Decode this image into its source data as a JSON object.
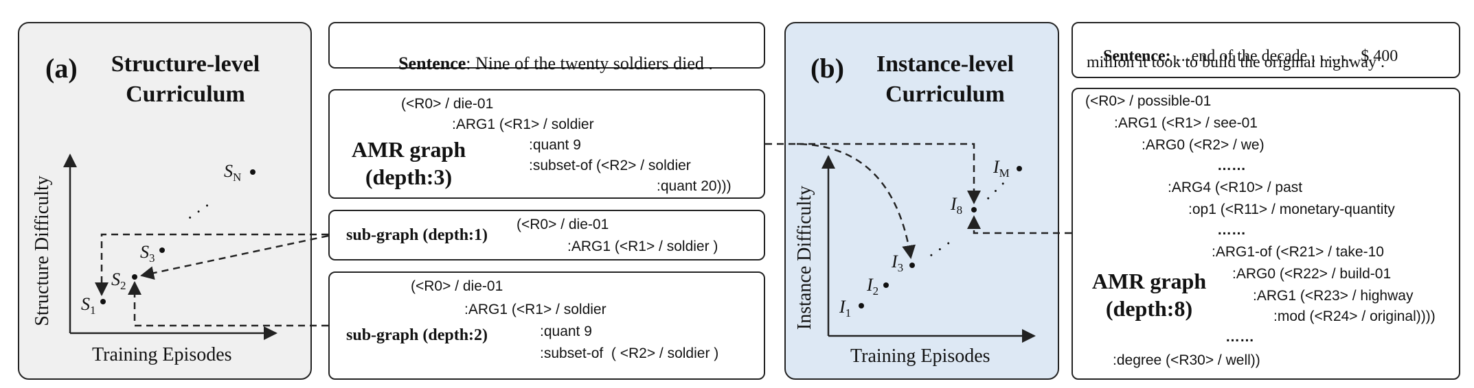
{
  "panel_a": {
    "label": "(a)",
    "title_line1": "Structure-level",
    "title_line2": "Curriculum",
    "y_axis": "Structure Difficulty",
    "x_axis": "Training Episodes",
    "points": [
      "S",
      "S",
      "S",
      "S"
    ],
    "point_subs": [
      "1",
      "2",
      "3",
      "N"
    ],
    "ellipsis": "· · ·"
  },
  "sentence_a": {
    "prefix": "Sentence",
    "text": ": Nine of the twenty soldiers died ."
  },
  "amr_a": {
    "title_line1": "AMR graph",
    "title_line2": "(depth:3)",
    "lines": [
      "(<R0> / die-01",
      ":ARG1 (<R1> / soldier",
      ":quant 9",
      ":subset-of (<R2> / soldier",
      ":quant 20)))"
    ]
  },
  "sub1": {
    "title": "sub-graph (depth:1)",
    "lines": [
      "(<R0> / die-01",
      ":ARG1 (<R1> / soldier )"
    ]
  },
  "sub2": {
    "title": "sub-graph (depth:2)",
    "lines": [
      "(<R0> / die-01",
      ":ARG1 (<R1> / soldier",
      ":quant 9",
      ":subset-of  ( <R2> / soldier )"
    ]
  },
  "panel_b": {
    "label": "(b)",
    "title_line1": "Instance-level",
    "title_line2": "Curriculum",
    "y_axis": "Instance Difficulty",
    "x_axis": "Training Episodes",
    "points": [
      "I",
      "I",
      "I",
      "I",
      "I"
    ],
    "point_subs": [
      "1",
      "2",
      "3",
      "8",
      "M"
    ],
    "ellipsis": "· · ·"
  },
  "sentence_b": {
    "prefix": "Sentence:",
    "line1": " …end of the decade , ……  $ 400",
    "line2": "million it took to build the original highway ."
  },
  "amr_b": {
    "title_line1": "AMR graph",
    "title_line2": "(depth:8)",
    "lines": [
      "(<R0> / possible-01",
      ":ARG1 (<R1> / see-01",
      ":ARG0 (<R2> / we)",
      "……",
      ":ARG4 (<R10> / past",
      ":op1 (<R11> / monetary-quantity",
      "……",
      ":ARG1-of (<R21> / take-10",
      ":ARG0 (<R22> / build-01",
      ":ARG1 (<R23> / highway",
      ":mod (<R24> / original))))",
      "……",
      ":degree (<R30> / well))"
    ]
  },
  "colors": {
    "panel_a_bg": "#f0f0f0",
    "panel_b_bg": "#dde8f4",
    "stroke": "#222222"
  }
}
